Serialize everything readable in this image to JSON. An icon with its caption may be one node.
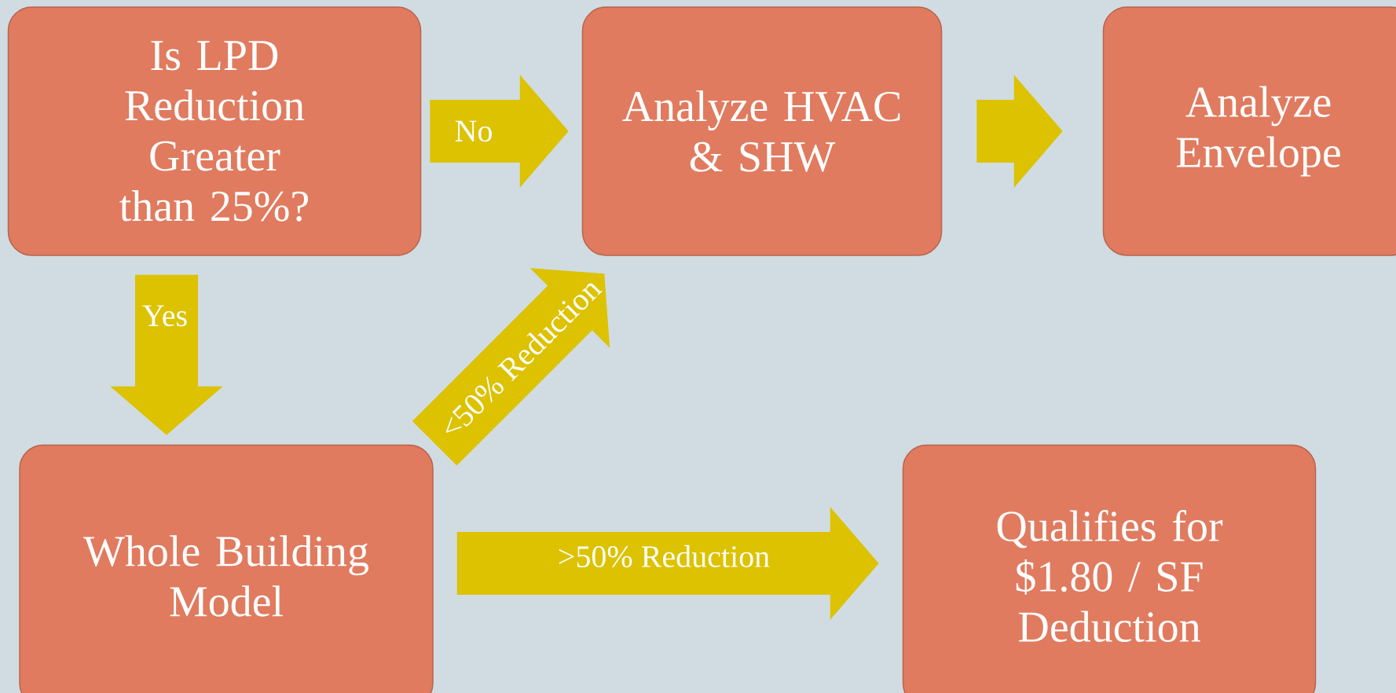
{
  "diagram": {
    "nodes": [
      {
        "text": [
          "Is LPD Reduction Greater than 25%?"
        ]
      },
      {
        "text": [
          "Analyze HVAC & SHW"
        ]
      },
      {
        "text": [
          "Analyze Envelope"
        ]
      },
      {
        "text": [
          "Whole Building Model"
        ]
      },
      {
        "text": [
          "Qualifies for $1.80 / SF Deduction"
        ]
      }
    ],
    "edges": [
      {
        "from": 0,
        "to": 1,
        "arrow": "to",
        "label": "No"
      },
      {
        "from": 1,
        "to": 2,
        "arrow": "to"
      },
      {
        "from": 0,
        "to": 3,
        "arrow": "to",
        "label": "Yes"
      },
      {
        "from": 3,
        "to": 1,
        "arrow": "to",
        "label": "<50% Reduction"
      },
      {
        "from": 3,
        "to": 4,
        "arrow": "to",
        "label": ">50% Reduction"
      }
    ]
  }
}
